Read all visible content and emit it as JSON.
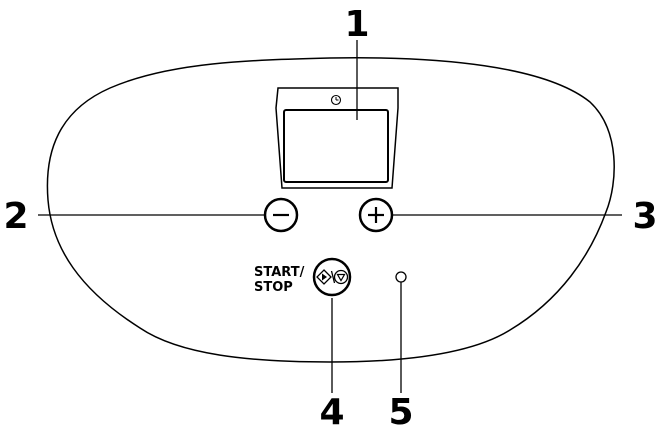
{
  "callouts": {
    "display": "1",
    "minus": "2",
    "plus": "3",
    "start_stop": "4",
    "indicator": "5"
  },
  "start_stop_label": {
    "line1": "START/",
    "line2": "STOP"
  },
  "icons": {
    "timer": "clock-icon",
    "minus": "minus-icon",
    "plus": "plus-icon",
    "start_stop": "start-stop-icon",
    "indicator": "indicator-light-icon"
  },
  "colors": {
    "stroke": "#000000",
    "background": "#ffffff"
  }
}
